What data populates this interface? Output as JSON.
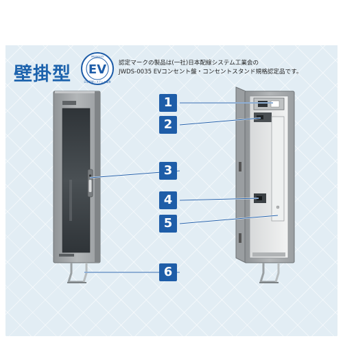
{
  "title": "壁掛型",
  "badge": {
    "top_text": "JWDS0035",
    "ring_text": "日本配線システム工業会",
    "logo": "EV"
  },
  "certification": {
    "line1": "認定マークの製品は(一社)日本配線システム工業会の",
    "line2": "JWDS-0035 EVコンセント盤・コンセントスタンド規格認定品です。"
  },
  "callouts": [
    "1",
    "2",
    "3",
    "4",
    "5",
    "6"
  ],
  "colors": {
    "accent": "#1e5da8",
    "title": "#1d63ad",
    "panel": "#e2edf4",
    "cabinet": "#a9acae",
    "window": "#3b4045"
  }
}
